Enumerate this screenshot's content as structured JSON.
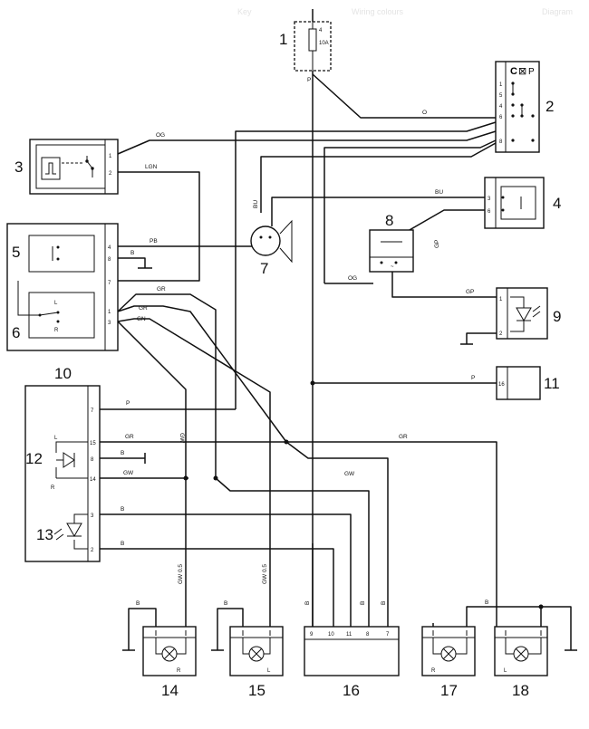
{
  "components": {
    "c1": "1",
    "c2": "2",
    "c3": "3",
    "c4": "4",
    "c5": "5",
    "c6": "6",
    "c7": "7",
    "c8": "8",
    "c9": "9",
    "c10": "10",
    "c11": "11",
    "c12": "12",
    "c13": "13",
    "c14": "14",
    "c15": "15",
    "c16": "16",
    "c17": "17",
    "c18": "18"
  },
  "fuse": {
    "number": "4",
    "rating": "10A"
  },
  "wire_colors": {
    "P": "P",
    "O": "O",
    "OG": "OG",
    "LGN": "LGN",
    "BU": "BU",
    "PB": "PB",
    "B": "B",
    "GR": "GR",
    "GN": "GN",
    "GP": "GP",
    "GW": "GW",
    "GW05": "GW 0.5"
  },
  "switch_header": {
    "c": "C",
    "x": "⊠",
    "p": "P"
  },
  "pins": {
    "p1": "1",
    "p2": "2",
    "p3": "3",
    "p4": "4",
    "p5": "5",
    "p6": "6",
    "p7": "7",
    "p8": "8",
    "p9": "9",
    "p10": "10",
    "p11": "11",
    "p14": "14",
    "p15": "15",
    "p16": "16"
  },
  "side_labels": {
    "L": "L",
    "R": "R"
  },
  "ghost_text": {
    "t1": "Key",
    "t2": "Wiring colours",
    "t3": "Diagram"
  }
}
